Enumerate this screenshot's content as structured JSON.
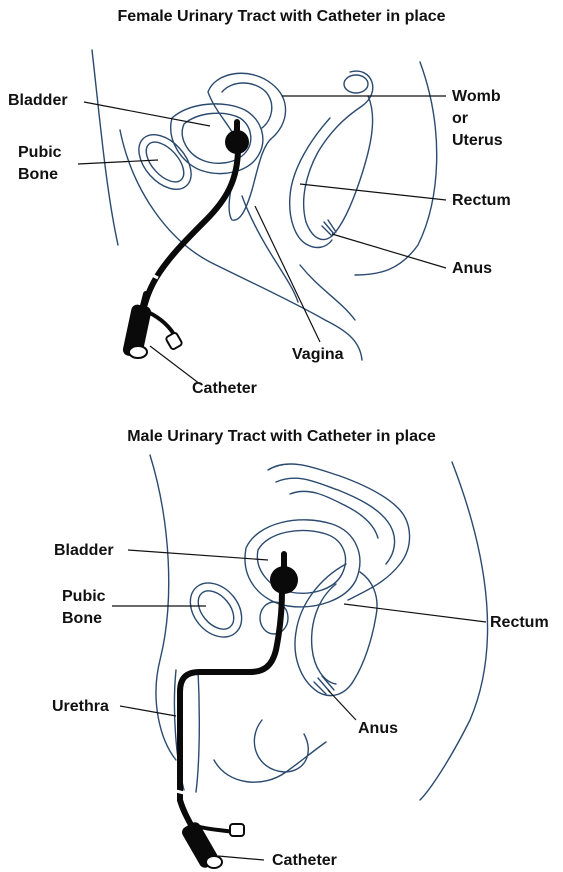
{
  "female": {
    "title": "Female Urinary Tract with Catheter in place",
    "labels": {
      "bladder": "Bladder",
      "pubic_bone_1": "Pubic",
      "pubic_bone_2": "Bone",
      "womb_1": "Womb",
      "womb_2": "or",
      "womb_3": "Uterus",
      "rectum": "Rectum",
      "anus": "Anus",
      "vagina": "Vagina",
      "catheter": "Catheter"
    }
  },
  "male": {
    "title": "Male Urinary Tract with Catheter in place",
    "labels": {
      "bladder": "Bladder",
      "pubic_bone_1": "Pubic",
      "pubic_bone_2": "Bone",
      "rectum": "Rectum",
      "urethra": "Urethra",
      "anus": "Anus",
      "catheter": "Catheter"
    }
  },
  "colors": {
    "outline": "#2b4a6f",
    "catheter": "#0a0a0a",
    "text": "#111111"
  }
}
